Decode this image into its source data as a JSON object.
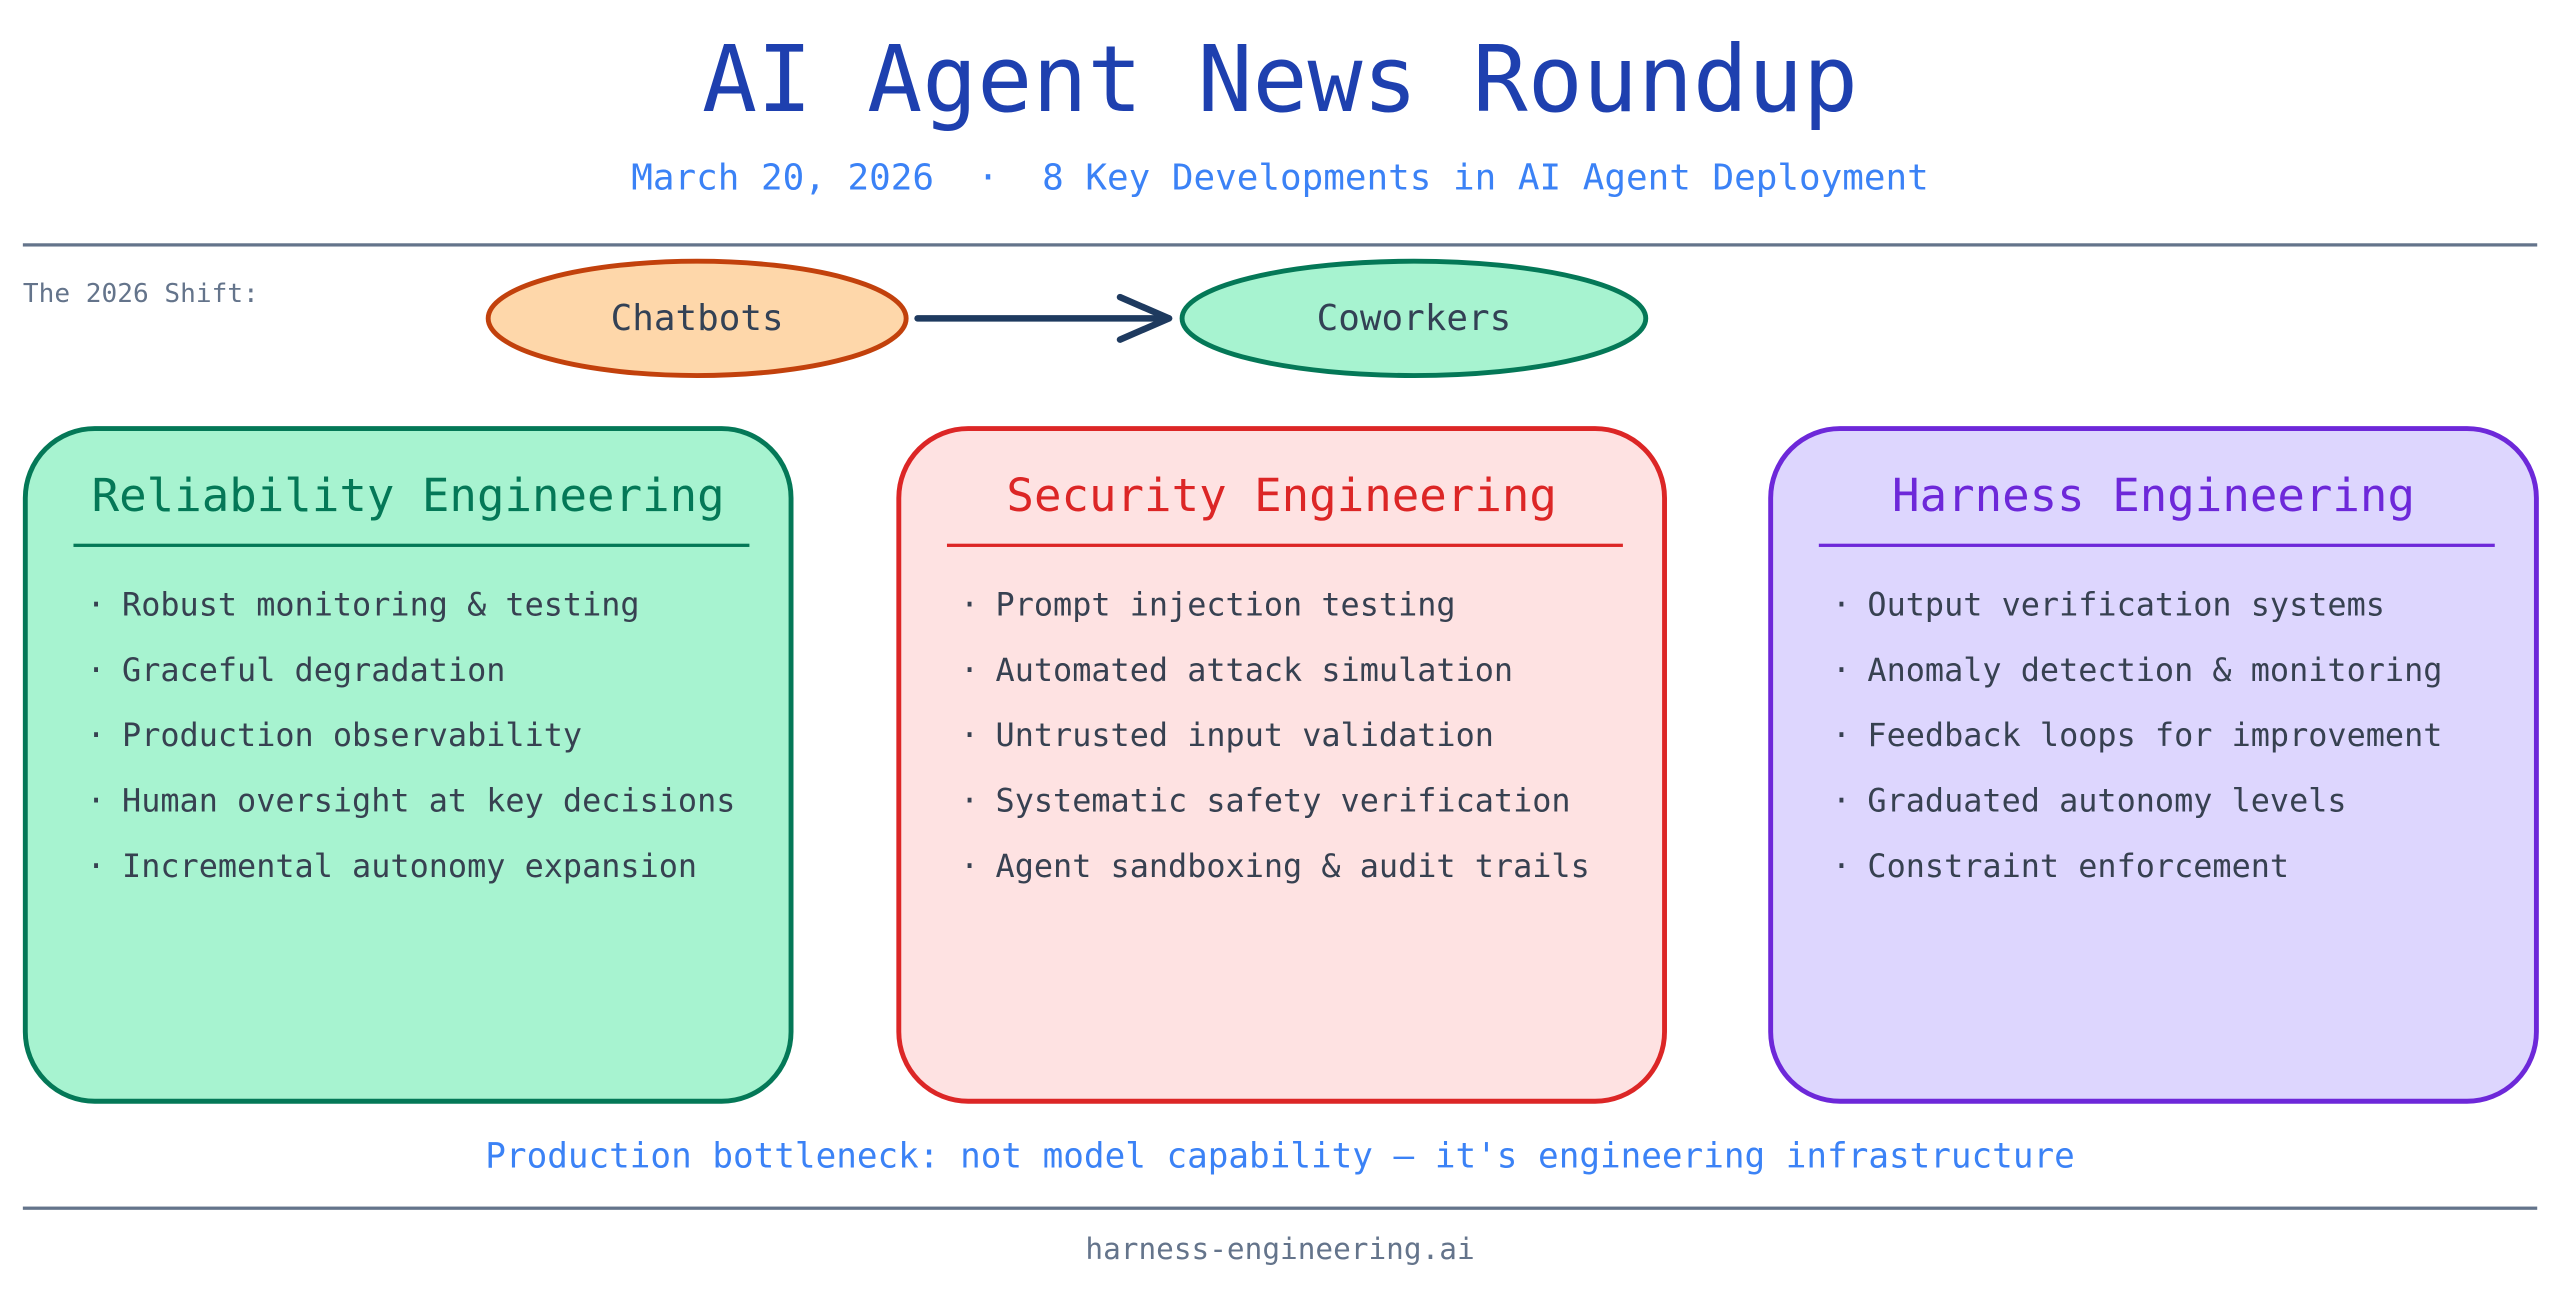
{
  "header": {
    "title": "AI Agent News Roundup",
    "subtitle": "March 20, 2026  ·  8 Key Developments in AI Agent Deployment"
  },
  "shift": {
    "label": "The 2026 Shift:",
    "from": "Chatbots",
    "to": "Coworkers"
  },
  "cards": [
    {
      "title": "Reliability Engineering",
      "color": "#047857",
      "fill": "#a7f3d0",
      "items": [
        "Robust monitoring & testing",
        "Graceful degradation",
        "Production observability",
        "Human oversight at key decisions",
        "Incremental autonomy expansion"
      ]
    },
    {
      "title": "Security Engineering",
      "color": "#dc2626",
      "fill": "#fee2e2",
      "items": [
        "Prompt injection testing",
        "Automated attack simulation",
        "Untrusted input validation",
        "Systematic safety verification",
        "Agent sandboxing & audit trails"
      ]
    },
    {
      "title": "Harness Engineering",
      "color": "#6d28d9",
      "fill": "#ddd6fe",
      "items": [
        "Output verification systems",
        "Anomaly detection & monitoring",
        "Feedback loops for improvement",
        "Graduated autonomy levels",
        "Constraint enforcement"
      ]
    }
  ],
  "bullet": "·",
  "bottleneck": "Production bottleneck: not model capability — it's engineering infrastructure",
  "footer": "harness-engineering.ai"
}
